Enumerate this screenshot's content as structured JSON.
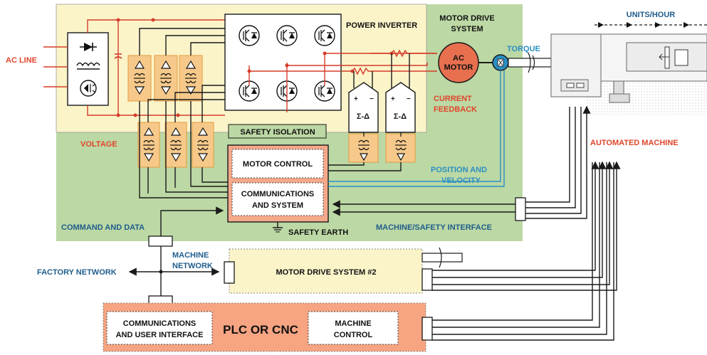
{
  "labels": {
    "ac_line": "AC LINE",
    "power_inverter": "POWER INVERTER",
    "motor_drive_system": [
      "MOTOR DRIVE",
      "SYSTEM"
    ],
    "units_hour": "UNITS/HOUR",
    "torque": "TORQUE",
    "ac_motor": [
      "AC",
      "MOTOR"
    ],
    "current_feedback": [
      "CURRENT",
      "FEEDBACK"
    ],
    "voltage": "VOLTAGE",
    "safety_isolation": "SAFETY ISOLATION",
    "motor_control": "MOTOR CONTROL",
    "communications_system": [
      "COMMUNICATIONS",
      "AND SYSTEM"
    ],
    "automated_machine": "AUTOMATED MACHINE",
    "position_velocity": [
      "POSITION AND",
      "VELOCITY"
    ],
    "command_data": "COMMAND AND DATA",
    "machine_safety_interface": "MACHINE/SAFETY INTERFACE",
    "safety_earth": "SAFETY EARTH",
    "machine_network": [
      "MACHINE",
      "NETWORK"
    ],
    "factory_network": "FACTORY NETWORK",
    "motor_drive_2": "MOTOR DRIVE SYSTEM #2",
    "comm_user_interface": [
      "COMMUNICATIONS",
      "AND USER INTERFACE"
    ],
    "plc_cnc": "PLC OR CNC",
    "machine_control": [
      "MACHINE",
      "CONTROL"
    ],
    "sigma_delta": "Σ-Δ",
    "plus": "+",
    "minus": "−"
  },
  "colors": {
    "inverter_bg": "#fbf4c9",
    "drive_bg": "#bcd8a4",
    "control_block": "#f4a98a",
    "plc_bg": "#f6a482",
    "motor_fill": "#e8704f",
    "isolation_orange": "#f6c98a",
    "label_red": "#e0452c",
    "label_blue": "#1f5d8c",
    "label_cyan": "#2a8fc4"
  }
}
